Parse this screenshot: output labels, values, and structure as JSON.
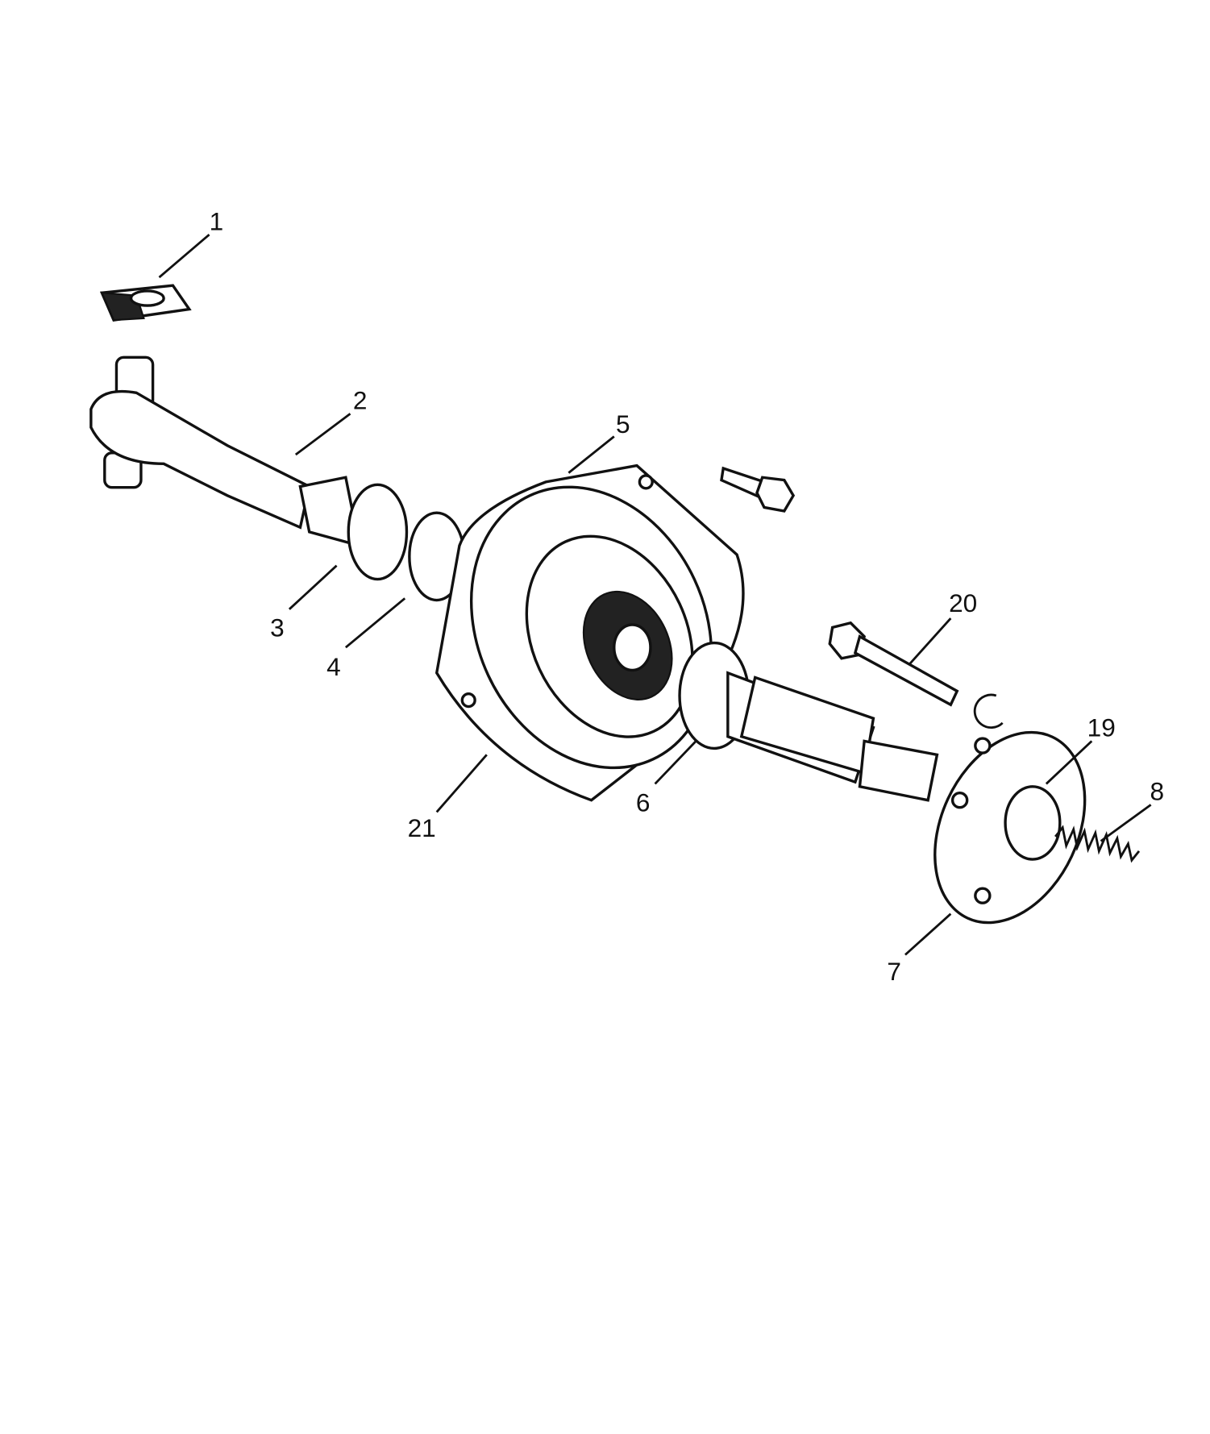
{
  "diagram": {
    "type": "exploded parts diagram",
    "callouts": [
      {
        "id": "1",
        "label": "1"
      },
      {
        "id": "2",
        "label": "2"
      },
      {
        "id": "3",
        "label": "3"
      },
      {
        "id": "4",
        "label": "4"
      },
      {
        "id": "5",
        "label": "5"
      },
      {
        "id": "6",
        "label": "6"
      },
      {
        "id": "7",
        "label": "7"
      },
      {
        "id": "8",
        "label": "8"
      },
      {
        "id": "19",
        "label": "19"
      },
      {
        "id": "20",
        "label": "20"
      },
      {
        "id": "21",
        "label": "21"
      }
    ]
  }
}
